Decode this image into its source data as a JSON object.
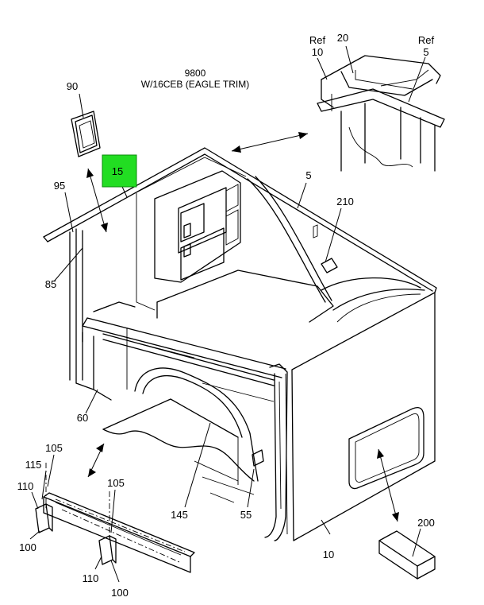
{
  "title": {
    "line1": "9800",
    "line2": "W/16CEB (EAGLE TRIM)"
  },
  "callouts": [
    {
      "id": "ref10",
      "text": "Ref"
    },
    {
      "id": "ref10n",
      "text": "10"
    },
    {
      "id": "c20",
      "text": "20"
    },
    {
      "id": "ref5",
      "text": "Ref"
    },
    {
      "id": "ref5n",
      "text": "5"
    },
    {
      "id": "c90",
      "text": "90"
    },
    {
      "id": "c15",
      "text": "15"
    },
    {
      "id": "c95",
      "text": "95"
    },
    {
      "id": "c5",
      "text": "5"
    },
    {
      "id": "c210",
      "text": "210"
    },
    {
      "id": "c85",
      "text": "85"
    },
    {
      "id": "c60",
      "text": "60"
    },
    {
      "id": "c105a",
      "text": "105"
    },
    {
      "id": "c115",
      "text": "115"
    },
    {
      "id": "c110a",
      "text": "110"
    },
    {
      "id": "c100a",
      "text": "100"
    },
    {
      "id": "c105b",
      "text": "105"
    },
    {
      "id": "c145",
      "text": "145"
    },
    {
      "id": "c55",
      "text": "55"
    },
    {
      "id": "c200",
      "text": "200"
    },
    {
      "id": "c10",
      "text": "10"
    },
    {
      "id": "c110b",
      "text": "110"
    },
    {
      "id": "c100b",
      "text": "100"
    }
  ],
  "highlight_color": "#22dd22"
}
